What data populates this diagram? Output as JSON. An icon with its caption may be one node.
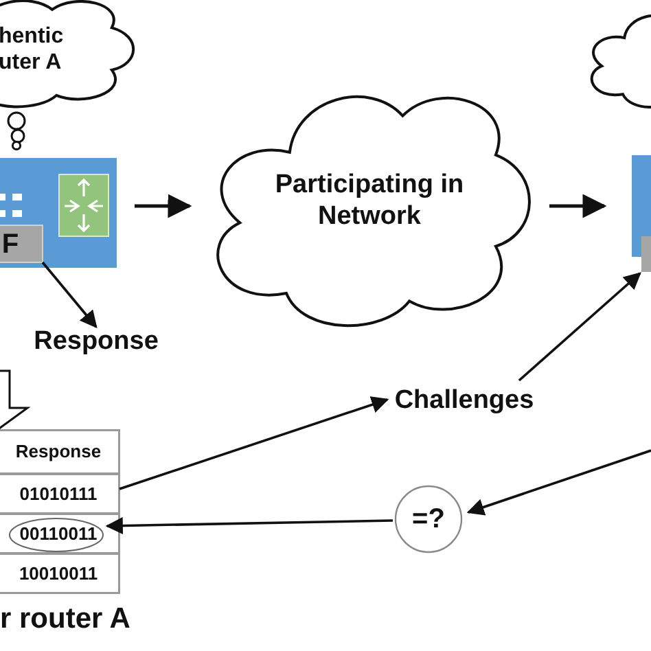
{
  "diagram": {
    "nodes": [
      {
        "text": [
          "hentic uter A"
        ]
      },
      {
        "text": [],
        "shape": "picture"
      },
      {
        "text": [
          "F"
        ],
        "in": 1
      },
      {
        "text": [
          "Participating in Network"
        ]
      },
      {
        "text": [],
        "shape": "cloud"
      },
      {
        "text": [],
        "shape": "box"
      },
      {
        "text": [
          "Response"
        ]
      },
      {
        "text": [
          "Challenges"
        ]
      },
      {
        "text": [
          "=?"
        ]
      },
      {
        "text": [],
        "shape": "box"
      },
      {
        "text": [
          "Response"
        ],
        "in": 9
      },
      {
        "text": [
          "01010111"
        ],
        "in": 9
      },
      {
        "text": [
          "00110011"
        ],
        "in": 9
      },
      {
        "text": [
          "10010011"
        ],
        "in": 9
      }
    ],
    "edges": [
      {
        "from": 1,
        "to": 3,
        "arrow": "to"
      },
      {
        "from": 3,
        "to": 5,
        "arrow": "to"
      },
      {
        "from": 2,
        "to": 6,
        "arrow": "to"
      },
      {
        "from": 11,
        "to": 7,
        "arrow": "to"
      },
      {
        "from": 7,
        "to": 5,
        "arrow": "to"
      },
      {
        "from": null,
        "to": 8,
        "arrow": "to"
      },
      {
        "from": 8,
        "to": 12,
        "arrow": "to"
      }
    ],
    "labels": [
      "r router A"
    ]
  }
}
